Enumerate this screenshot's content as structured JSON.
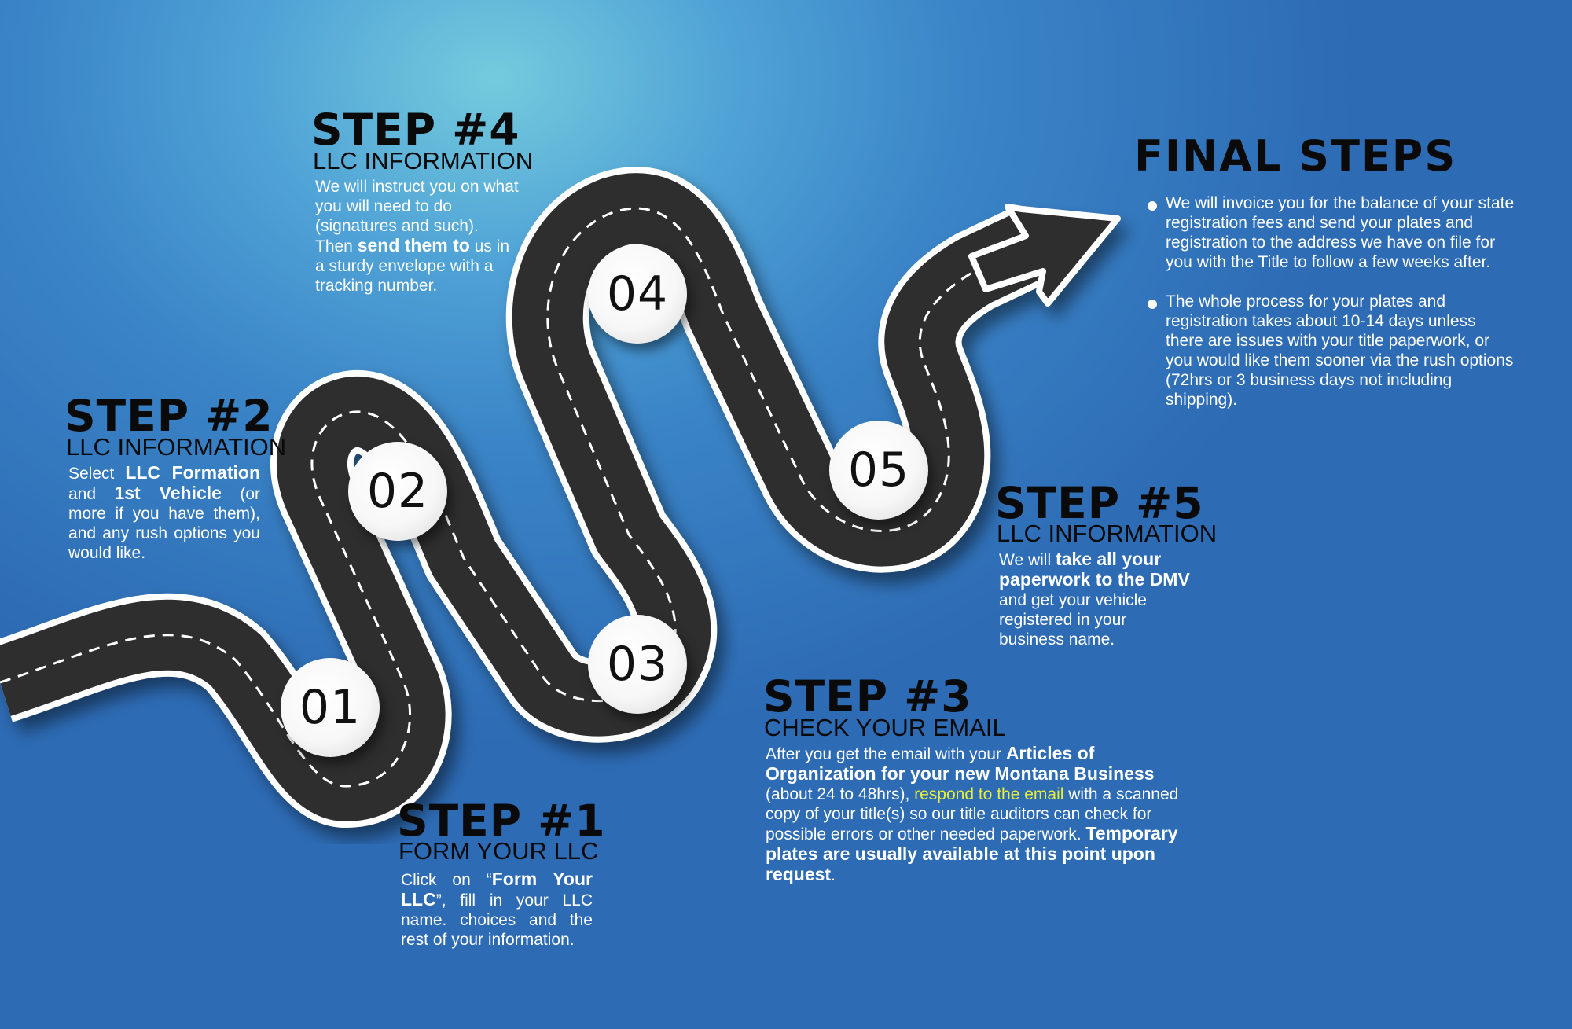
{
  "final": {
    "title": "FINAL STEPS",
    "items": [
      "We will invoice you for the balance of your state registration fees and send your plates and registration to the address we have on file for you with the Title to follow a few weeks after.",
      "The whole process for your plates and registration takes about 10-14 days unless there are issues with your title paperwork, or you would like them sooner via the rush options (72hrs or 3 business days not including shipping)."
    ]
  },
  "steps": {
    "s1": {
      "title": "STEP #1",
      "subtitle": "FORM YOUR LLC",
      "badge": "01",
      "body": [
        "Click on “",
        "Form Your LLC",
        "”, fill in your LLC name. choices and the rest of your information."
      ]
    },
    "s2": {
      "title": "STEP #2",
      "subtitle": "LLC INFORMATION",
      "badge": "02",
      "body": [
        "Select ",
        "LLC Formation",
        " and ",
        "1st Vehicle",
        " (or more if you have them), and any rush options you would like."
      ]
    },
    "s3": {
      "title": "STEP #3",
      "subtitle": "CHECK YOUR EMAIL",
      "badge": "03",
      "body": [
        "After you get the email with your ",
        "Articles of Organization for your new Montana Business",
        " (about 24 to 48hrs), ",
        "respond to the email",
        " with a scanned copy of your title(s) so our title auditors can check for possible errors or other needed paperwork. ",
        "Temporary plates are usually available at this point upon request",
        "."
      ]
    },
    "s4": {
      "title": "STEP #4",
      "subtitle": "LLC INFORMATION",
      "badge": "04",
      "body": [
        "We will instruct you on what you will need to do (signatures and such). Then ",
        "send them to",
        " us in a sturdy envelope with a tracking number."
      ]
    },
    "s5": {
      "title": "STEP #5",
      "subtitle": "LLC INFORMATION",
      "badge": "05",
      "body": [
        "We will ",
        "take all your paperwork to the DMV",
        " and get your vehicle registered in your business name."
      ]
    }
  },
  "colors": {
    "background": "#3a84c7",
    "road": "#2e2e2e",
    "highlight": "#e8ee3a"
  },
  "icons": {
    "final_bullet": "bullet-dot-icon",
    "road_arrow": "arrow-icon"
  }
}
